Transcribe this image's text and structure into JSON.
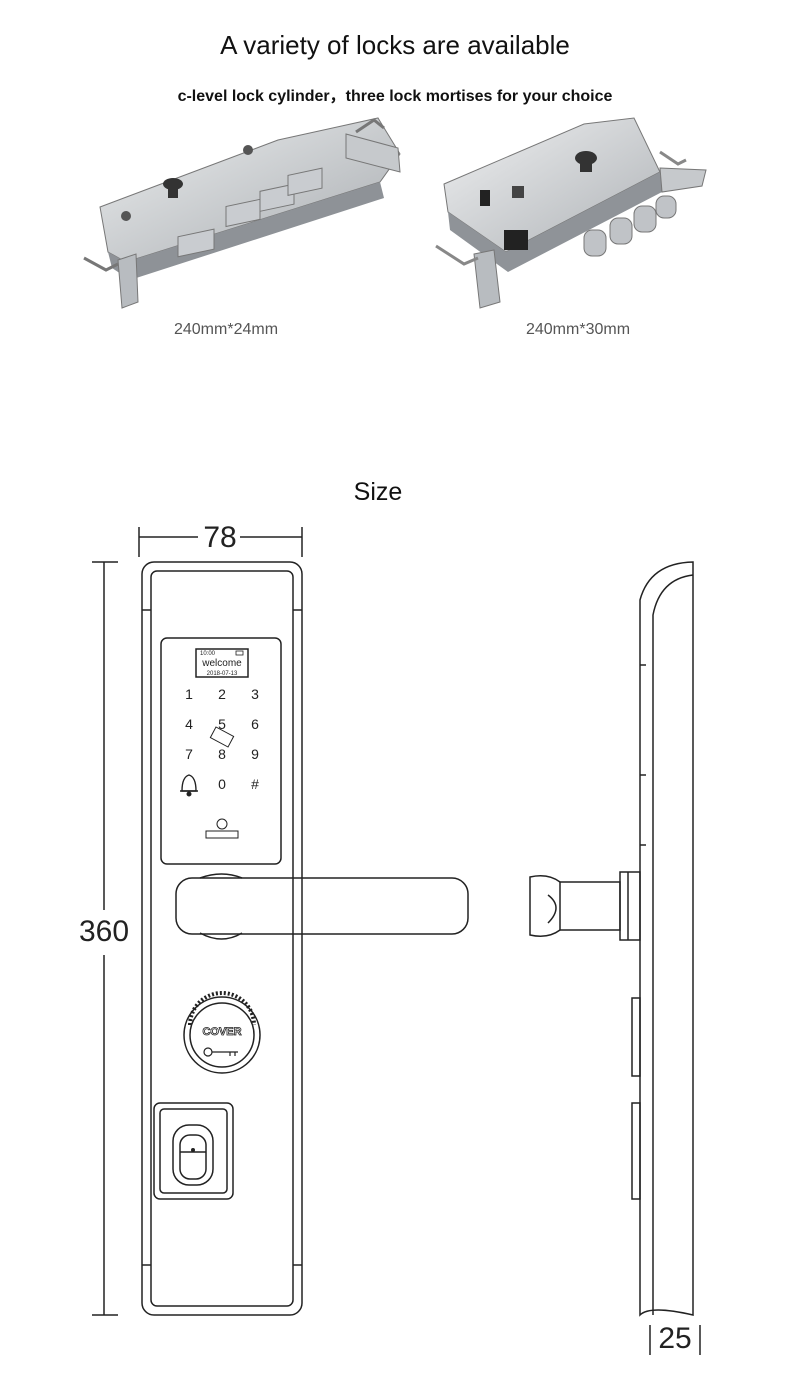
{
  "header": {
    "title": "A variety of locks are available",
    "subtitle": "c-level lock cylinder，three lock mortises for your choice"
  },
  "mortises": [
    {
      "caption": "240mm*24mm"
    },
    {
      "caption": "240mm*30mm"
    }
  ],
  "size_section": {
    "title": "Size",
    "width_value": "78",
    "height_value": "360",
    "depth_value": "25"
  },
  "lock_panel": {
    "screen_time": "10:00",
    "screen_text": "welcome",
    "screen_date": "2018-07-13",
    "keys": [
      "1",
      "2",
      "3",
      "4",
      "5",
      "6",
      "7",
      "8",
      "9",
      "0",
      "#"
    ],
    "cover_text": "COVER"
  },
  "colors": {
    "line": "#222222",
    "metal_light": "#d9dbdd",
    "metal_dark": "#9a9ea3"
  }
}
